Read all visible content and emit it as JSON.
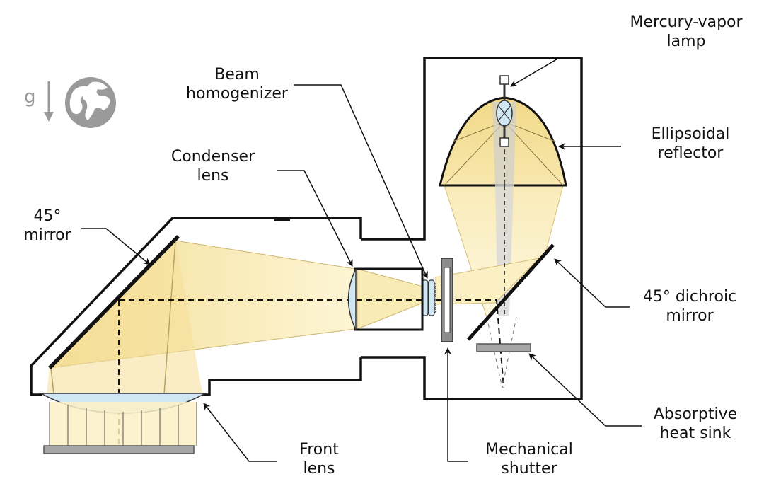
{
  "gravity_symbol": "g",
  "labels": {
    "mercury_lamp": [
      "Mercury-vapor",
      "lamp"
    ],
    "beam_homogenizer": [
      "Beam",
      "homogenizer"
    ],
    "ellipsoidal_reflector": [
      "Ellipsoidal",
      "reflector"
    ],
    "condenser_lens": [
      "Condenser",
      "lens"
    ],
    "mirror_45": [
      "45°",
      "mirror"
    ],
    "dichroic_mirror": [
      "45° dichroic",
      "mirror"
    ],
    "absorptive_heat_sink": [
      "Absorptive",
      "heat sink"
    ],
    "front_lens": [
      "Front",
      "lens"
    ],
    "mechanical_shutter": [
      "Mechanical",
      "shutter"
    ]
  },
  "icons": {
    "gravity": "down-arrow-icon",
    "globe": "globe-icon"
  },
  "colors": {
    "outline": "#111111",
    "beam_light": "#fdf3c8",
    "beam_warm": "#f2d98a",
    "lens_fill": "#cfe6f3",
    "gray_part": "#a6a6a6",
    "gravity_gray": "#9a9a9a"
  }
}
